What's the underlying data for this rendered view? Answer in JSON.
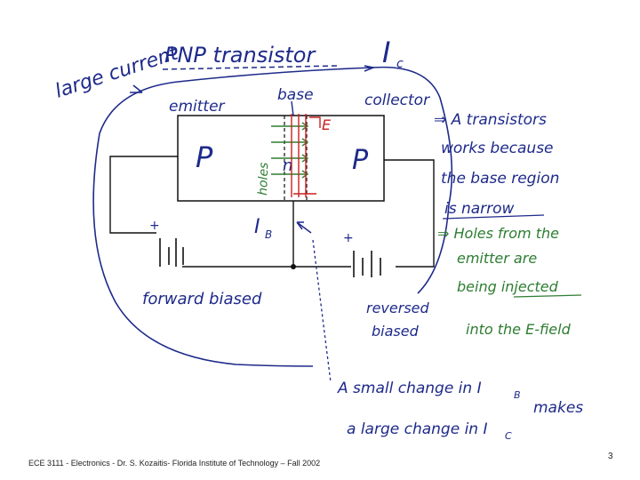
{
  "colors": {
    "ink": "#1e2a8a",
    "red": "#cc2020",
    "green": "#2e7d32",
    "black": "#111111"
  },
  "labels": {
    "title": "PNP transistor",
    "ic": "I",
    "ic_sub": "c",
    "large_current": "large current",
    "emitter": "emitter",
    "base": "base",
    "collector": "collector",
    "e_field": "E",
    "p_left": "P",
    "n_mid": "n",
    "p_right": "P",
    "holes_side": "holes",
    "ib": "I",
    "ib_sub": "B",
    "plus_left": "+",
    "plus_right": "+",
    "forward_biased": "forward biased",
    "reversed_biased_1": "reversed",
    "reversed_biased_2": "biased"
  },
  "notes": {
    "transistor_works_1": "⇒ A transistors",
    "transistor_works_2": "works because",
    "transistor_works_3": "the base region",
    "transistor_works_4": "is narrow",
    "holes_1": "⇒ Holes from the",
    "holes_2": "emitter are",
    "holes_3": "being injected",
    "holes_4": "into the E-field",
    "small_change_1": "A small change in I",
    "small_change_sub": "B",
    "small_change_2": "makes",
    "small_change_3": "a large change in I",
    "small_change_sub2": "C"
  },
  "footer": {
    "text": "ECE 3111 - Electronics - Dr. S. Kozaitis- Florida Institute of Technology – Fall 2002",
    "page": "3"
  }
}
